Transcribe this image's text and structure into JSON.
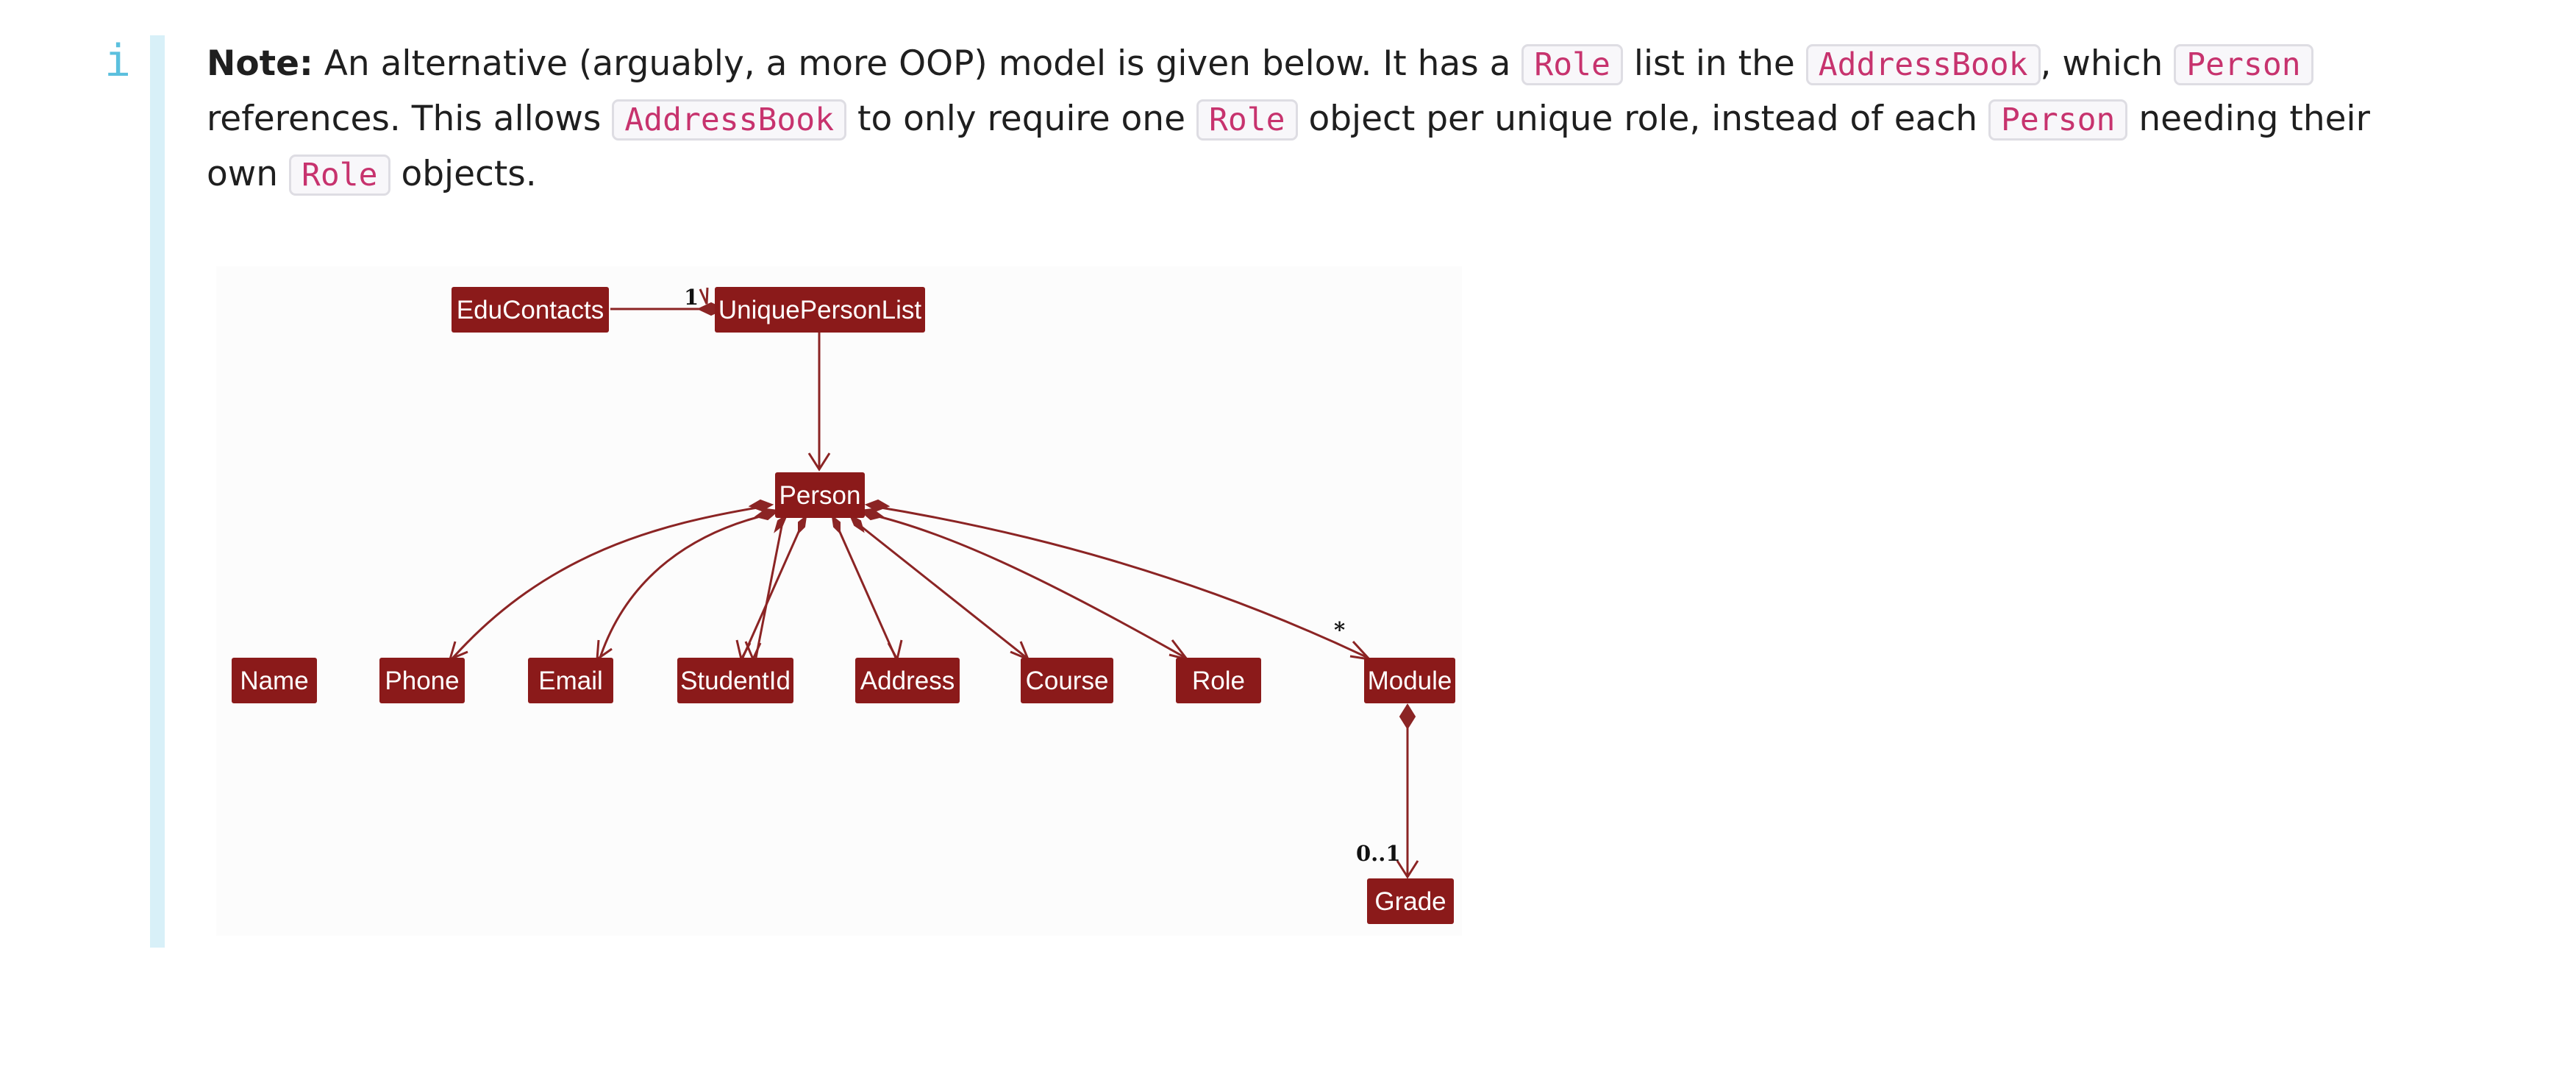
{
  "note": {
    "info_icon": "i",
    "label": "Note:",
    "seg1": " An alternative (arguably, a more OOP) model is given below. It has a ",
    "code1": "Role",
    "seg2": " list in the ",
    "code2": "AddressBook",
    "seg3": ", which ",
    "code3": "Person",
    "seg4": " references. This allows ",
    "code4": "AddressBook",
    "seg5": " to only require one ",
    "code5": "Role",
    "seg6": " object per unique role, instead of each ",
    "code6": "Person",
    "seg7": " needing their own ",
    "code7": "Role",
    "seg8": " objects."
  },
  "diagram": {
    "nodes": {
      "educontacts": "EduContacts",
      "uniquepersonlist": "UniquePersonList",
      "person": "Person",
      "name": "Name",
      "phone": "Phone",
      "email": "Email",
      "studentid": "StudentId",
      "address": "Address",
      "course": "Course",
      "role": "Role",
      "module": "Module",
      "grade": "Grade"
    },
    "multiplicities": {
      "educontacts_uniquepersonlist": "1",
      "person_module": "*",
      "module_grade": "0..1"
    }
  },
  "colors": {
    "node_fill": "#8b1a1a",
    "edge": "#8b2424",
    "info_accent": "#5bc0de",
    "callout_bar": "#d8f0f8",
    "code_text": "#c7336e"
  }
}
